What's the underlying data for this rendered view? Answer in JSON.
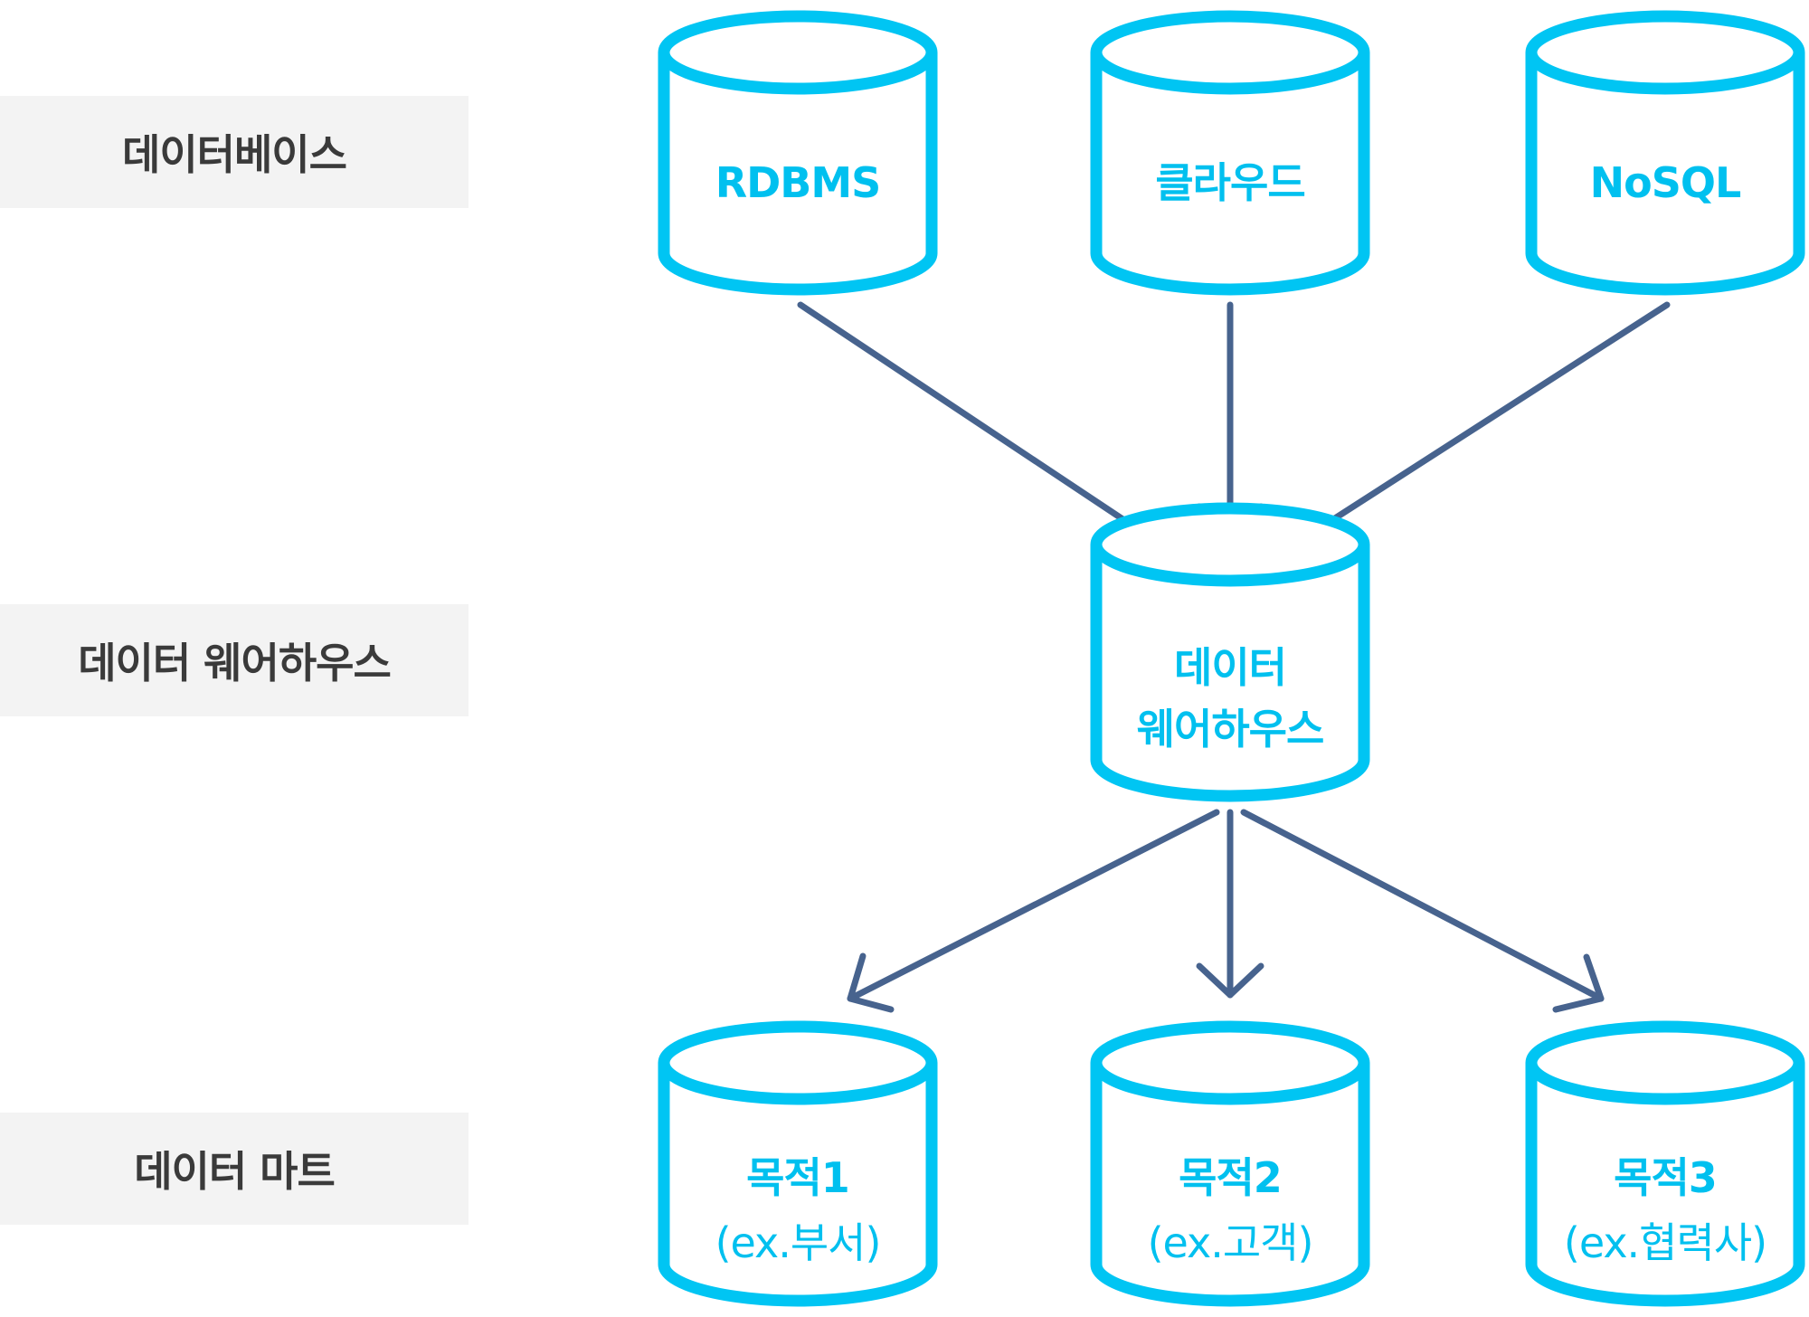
{
  "rows": {
    "database": "데이터베이스",
    "warehouse": "데이터 웨어하우스",
    "mart": "데이터 마트"
  },
  "sources": [
    {
      "label": "RDBMS"
    },
    {
      "label": "클라우드"
    },
    {
      "label": "NoSQL"
    }
  ],
  "warehouse": {
    "line1": "데이터",
    "line2": "웨어하우스"
  },
  "marts": [
    {
      "title": "목적1",
      "sub": "(ex.부서)"
    },
    {
      "title": "목적2",
      "sub": "(ex.고객)"
    },
    {
      "title": "목적3",
      "sub": "(ex.협력사)"
    }
  ],
  "colors": {
    "cylinder": "#00c5f3",
    "arrow": "#47638e",
    "label_bg": "#f3f3f3",
    "label_text": "#3a3a3a"
  }
}
